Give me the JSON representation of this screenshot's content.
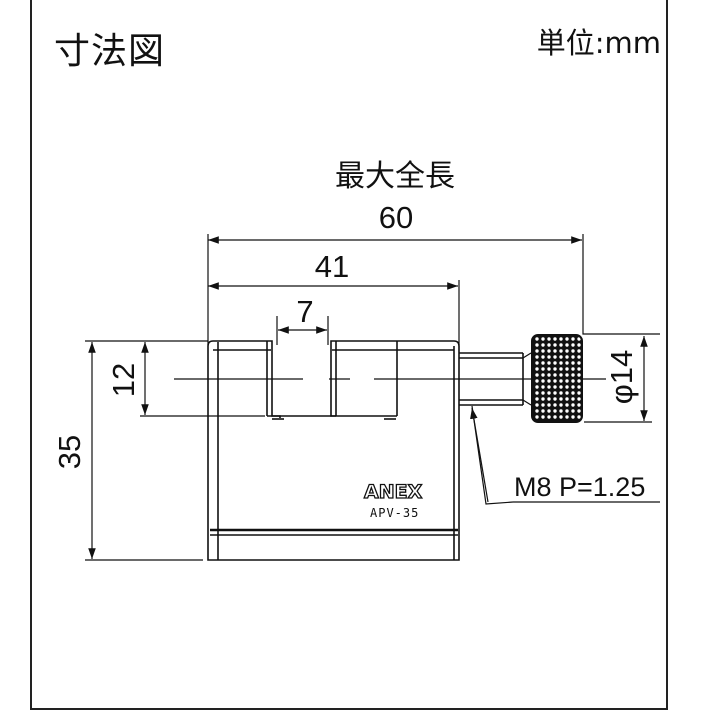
{
  "header": {
    "title": "寸法図",
    "unit_label": "単位:mm"
  },
  "drawing": {
    "product_brand": "ANEX",
    "model_number": "APV-35",
    "overall_length_label": "最大全長",
    "dimensions": {
      "overall_length": "60",
      "body_width": "41",
      "slot_width": "7",
      "slot_depth": "12",
      "body_height": "35",
      "knob_diameter": "φ14"
    },
    "thread_note": "M8 P=1.25",
    "colors": {
      "line": "#111111",
      "background": "#ffffff"
    }
  }
}
